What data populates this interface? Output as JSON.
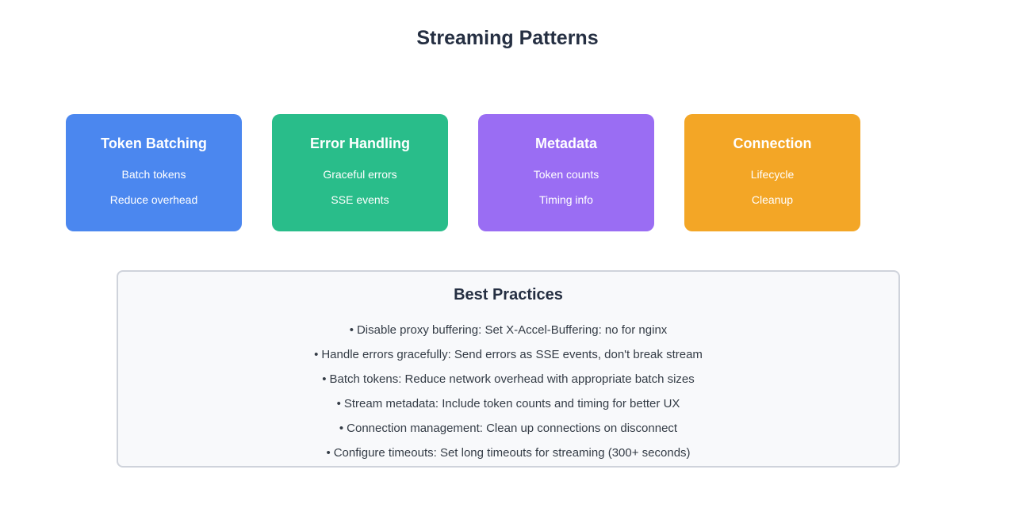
{
  "page": {
    "title": "Streaming Patterns"
  },
  "cards": [
    {
      "title": "Token Batching",
      "color": "#4b87ef",
      "items": [
        "Batch tokens",
        "Reduce overhead"
      ]
    },
    {
      "title": "Error Handling",
      "color": "#29bd8a",
      "items": [
        "Graceful errors",
        "SSE events"
      ]
    },
    {
      "title": "Metadata",
      "color": "#9a6df3",
      "items": [
        "Token counts",
        "Timing info"
      ]
    },
    {
      "title": "Connection",
      "color": "#f3a626",
      "items": [
        "Lifecycle",
        "Cleanup"
      ]
    }
  ],
  "best_practices": {
    "title": "Best Practices",
    "bullet": "•",
    "items": [
      "Disable proxy buffering: Set X-Accel-Buffering: no for nginx",
      "Handle errors gracefully: Send errors as SSE events, don't break stream",
      "Batch tokens: Reduce network overhead with appropriate batch sizes",
      "Stream metadata: Include token counts and timing for better UX",
      "Connection management: Clean up connections on disconnect",
      "Configure timeouts: Set long timeouts for streaming (300+ seconds)"
    ]
  },
  "colors": {
    "page_background": "#ffffff",
    "heading_text": "#252f42",
    "body_text": "#343c46",
    "panel_background": "#f8f9fb",
    "panel_border": "#cfd3db",
    "card_text": "#ffffff"
  }
}
